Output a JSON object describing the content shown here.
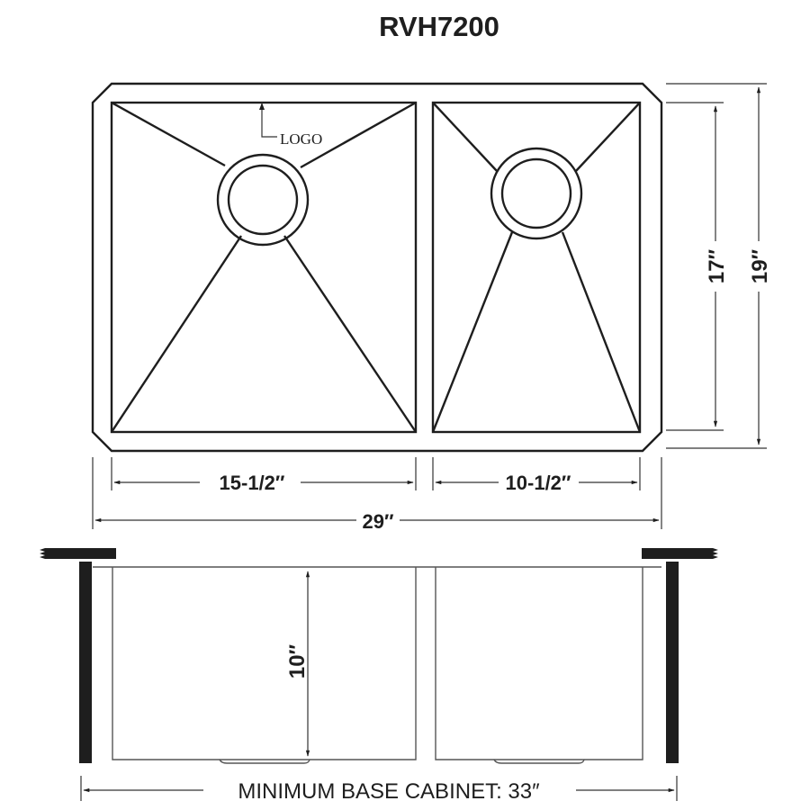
{
  "title": "RVH7200",
  "top_view": {
    "logo_label": "LOGO",
    "left_bowl_width": "15-1/2″",
    "right_bowl_width": "10-1/2″",
    "overall_width": "29″",
    "bowl_length": "17″",
    "overall_length": "19″"
  },
  "side_view": {
    "depth": "10″",
    "min_cabinet": "MINIMUM BASE CABINET: 33″"
  },
  "colors": {
    "line": "#1e1e1e",
    "background": "#ffffff"
  }
}
